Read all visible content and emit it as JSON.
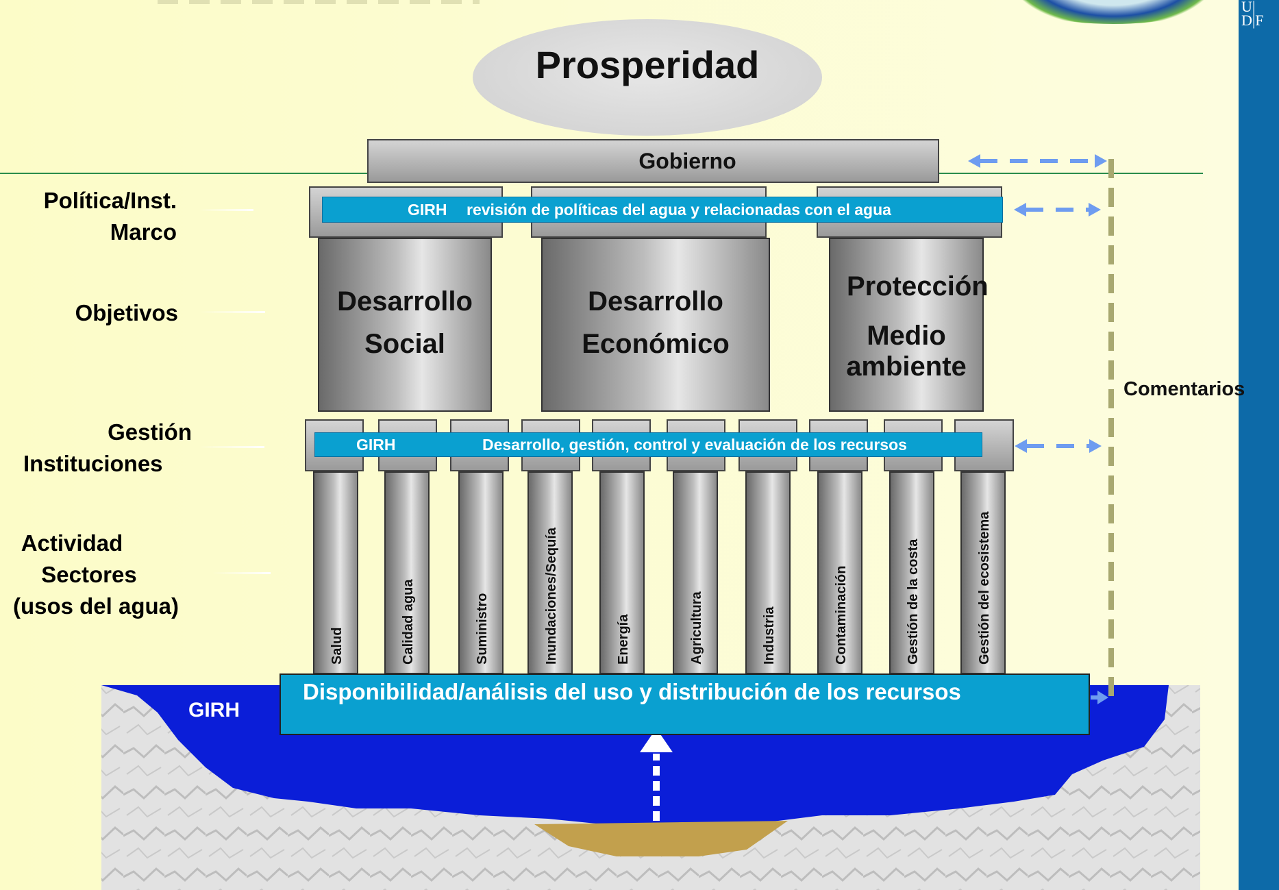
{
  "cloud": {
    "title": "Prosperidad"
  },
  "gobierno": "Gobierno",
  "left_labels": {
    "politica": [
      "Política/Inst.",
      "Marco"
    ],
    "objetivos": "Objetivos",
    "gestion": [
      "Gestión",
      "Instituciones"
    ],
    "actividad": [
      "Actividad",
      "Sectores",
      "(usos del agua)"
    ]
  },
  "policy_bar": {
    "tag": "GIRH",
    "text": "revisión de políticas del agua y relacionadas con el agua"
  },
  "pillars": [
    {
      "line1": "Desarrollo",
      "line2": "Social"
    },
    {
      "line1": "Desarrollo",
      "line2": "Económico"
    },
    {
      "line1": "Protección",
      "line2": "Medio",
      "line3": "ambiente"
    }
  ],
  "mgmt_bar": {
    "tag": "GIRH",
    "text": "Desarrollo, gestión, control y evaluación de los recursos"
  },
  "sectors": [
    "Salud",
    "Calidad agua",
    "Suministro",
    "Inundaciones/Sequía",
    "Energía",
    "Agricultura",
    "Industria",
    "Contaminación",
    "Gestión de la costa",
    "Gestión del ecosistema"
  ],
  "base_bar": {
    "text": "Disponibilidad/análisis del uso y distribución de los recursos"
  },
  "water_tag": "GIRH",
  "feedback": "Comentarios",
  "logo_letters": "U|\nD|F",
  "colors": {
    "accent_cyan": "#0aa0d0",
    "water_blue": "#0b1ed8",
    "side_blue": "#0d6aa8",
    "dash_blue": "#6e9cf0",
    "dash_olive": "#a8a870"
  }
}
